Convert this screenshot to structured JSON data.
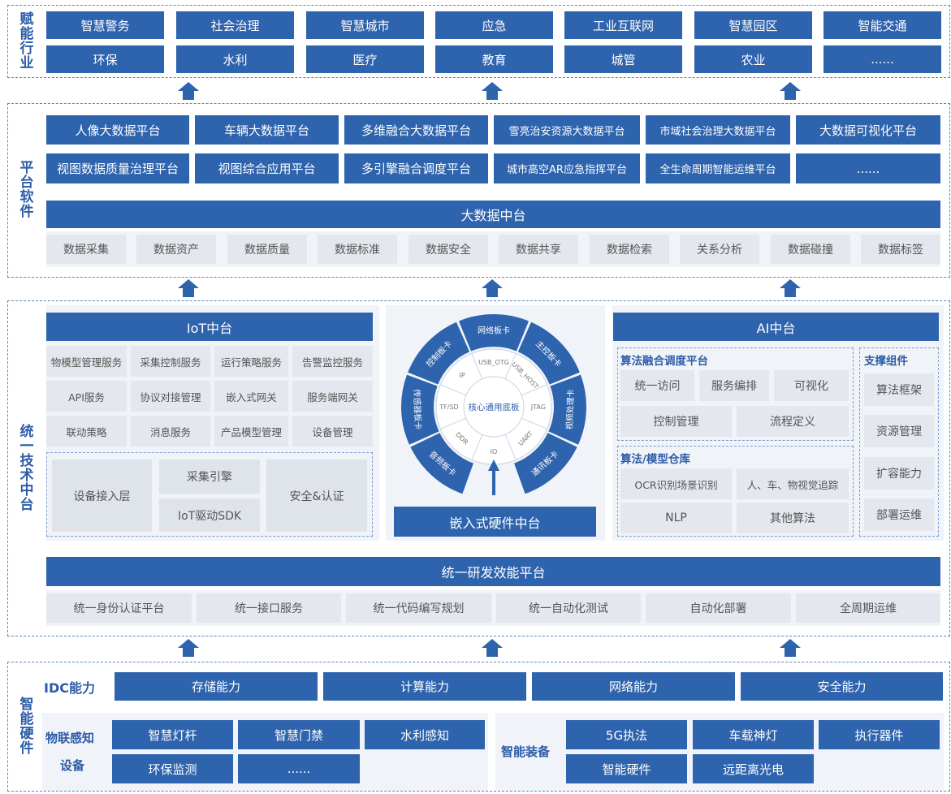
{
  "sections": {
    "industry": "赋能行业",
    "platform": "平台软件",
    "tech": "统一技术中台",
    "hardware": "智能硬件"
  },
  "industry": {
    "row1": [
      "智慧警务",
      "社会治理",
      "智慧城市",
      "应急",
      "工业互联网",
      "智慧园区",
      "智能交通"
    ],
    "row2": [
      "环保",
      "水利",
      "医疗",
      "教育",
      "城管",
      "农业",
      "......"
    ]
  },
  "platform": {
    "row1": [
      "人像大数据平台",
      "车辆大数据平台",
      "多维融合大数据平台",
      "雪亮治安资源大数据平台",
      "市域社会治理大数据平台",
      "大数据可视化平台"
    ],
    "row2": [
      "视图数据质量治理平台",
      "视图综合应用平台",
      "多引擎融合调度平台",
      "城市高空AR应急指挥平台",
      "全生命周期智能运维平台",
      "......"
    ],
    "bigdata_title": "大数据中台",
    "bigdata_items": [
      "数据采集",
      "数据资产",
      "数据质量",
      "数据标准",
      "数据安全",
      "数据共享",
      "数据检索",
      "关系分析",
      "数据碰撞",
      "数据标签"
    ]
  },
  "iot": {
    "title": "IoT中台",
    "rows": [
      [
        "物模型管理服务",
        "采集控制服务",
        "运行策略服务",
        "告警监控服务"
      ],
      [
        "API服务",
        "协议对接管理",
        "嵌入式网关",
        "服务端网关"
      ],
      [
        "联动策略",
        "消息服务",
        "产品模型管理",
        "设备管理"
      ]
    ],
    "access_layer": "设备接入层",
    "engine": "采集引擎",
    "sdk": "IoT驱动SDK",
    "security": "安全&认证"
  },
  "embedded": {
    "title": "嵌入式硬件中台",
    "center": "核心通用底板",
    "outer": [
      "音频板卡",
      "传感器板卡",
      "控制板卡",
      "网络板卡",
      "主控板卡",
      "视频处理卡",
      "通讯板卡"
    ],
    "inner": [
      "USB_HOST",
      "JTAG",
      "UART",
      "IO",
      "DDR",
      "TF/SD",
      "IP",
      "USB_OTG"
    ]
  },
  "ai": {
    "title": "AI中台",
    "fusion_title": "算法融合调度平台",
    "fusion_items": [
      "统一访问",
      "服务编排",
      "可视化",
      "控制管理",
      "流程定义"
    ],
    "repo_title": "算法/模型仓库",
    "repo_items": [
      "OCR识别场景识别",
      "人、车、物视觉追踪",
      "NLP",
      "其他算法"
    ],
    "support_title": "支撑组件",
    "support_items": [
      "算法框架",
      "资源管理",
      "扩容能力",
      "部署运维"
    ]
  },
  "devops": {
    "title": "统一研发效能平台",
    "items": [
      "统一身份认证平台",
      "统一接口服务",
      "统一代码编写规划",
      "统一自动化测试",
      "自动化部署",
      "全周期运维"
    ]
  },
  "hardware": {
    "idc_label": "IDC能力",
    "idc_items": [
      "存储能力",
      "计算能力",
      "网络能力",
      "安全能力"
    ],
    "iot_label_1": "物联感知",
    "iot_label_2": "设备",
    "iot_items": [
      "智慧灯杆",
      "智慧门禁",
      "水利感知",
      "环保监测",
      "......"
    ],
    "equip_label": "智能装备",
    "equip_items": [
      "5G执法",
      "车载神灯",
      "执行器件",
      "智能硬件",
      "远距离光电"
    ]
  },
  "colors": {
    "primary": "#2e63ad",
    "gray": "#e4e7ed",
    "label": "#2d5ca8"
  }
}
